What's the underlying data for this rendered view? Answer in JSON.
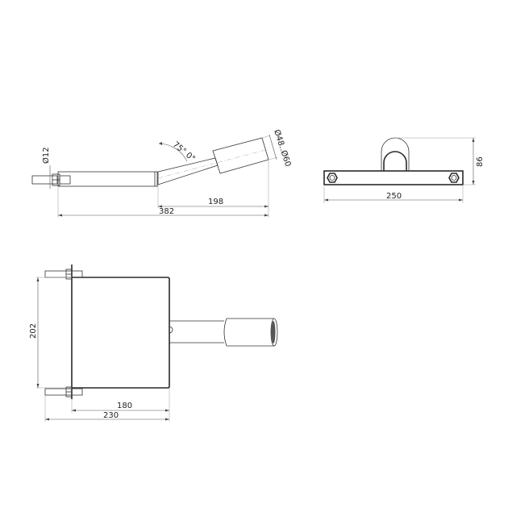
{
  "drawing": {
    "side_view": {
      "dimensions": {
        "rod_diameter": "Ø12",
        "bend_angle": "75° 0°",
        "socket_diameter": "Ø48..Ø60",
        "bent_length": "198",
        "total_length": "382"
      }
    },
    "front_view": {
      "dimensions": {
        "width": "250",
        "height": "86"
      }
    },
    "top_view": {
      "dimensions": {
        "plate_height": "202",
        "plate_depth": "180",
        "overall_depth": "230"
      }
    },
    "colors": {
      "line": "#2a2a2a",
      "dimension_line": "#555555",
      "extension_line": "#999999",
      "background": "#ffffff"
    }
  }
}
